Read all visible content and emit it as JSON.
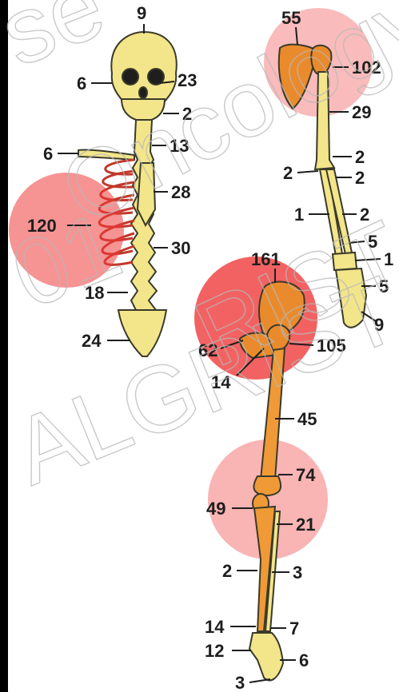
{
  "watermark": {
    "lines": [
      "se",
      "Oncology",
      "01",
      "RIST",
      "ALGRIST"
    ]
  },
  "colors": {
    "bone": "#f3e58a",
    "bone_outline": "#3a3a2a",
    "highlight": "#ef3b3b",
    "highlight_fill": "#ef8f2a",
    "label": "#1e1e1e",
    "left_bar": "#000000"
  },
  "axial_skeleton": {
    "skull_top": "9",
    "skull_left": "6",
    "skull_right": "23",
    "mandible": "2",
    "cervical_spine": "13",
    "clavicle": "6",
    "sternum": "28",
    "ribs": "120",
    "thoracic_spine": "30",
    "lumbar_spine": "18",
    "sacrum": "24"
  },
  "upper_limb": {
    "scapula": "55",
    "humerus_head": "102",
    "humerus_shaft": "29",
    "elbow_right": "2",
    "elbow_left": "2",
    "radius_upper": "2",
    "forearm_left": "1",
    "forearm_right": "2",
    "distal_radius": "5",
    "wrist": "1",
    "hand": "5",
    "fingers": "9"
  },
  "lower_limb": {
    "pelvis": "161",
    "ischium": "62",
    "proximal_femur": "105",
    "pubis": "14",
    "femur_shaft": "45",
    "distal_femur": "74",
    "patella": "49",
    "proximal_tibia": "21",
    "fibula_mid": "2",
    "tibia_mid": "3",
    "distal_fibula": "14",
    "distal_tibia": "7",
    "calcaneus": "12",
    "foot": "6",
    "toes": "3"
  }
}
